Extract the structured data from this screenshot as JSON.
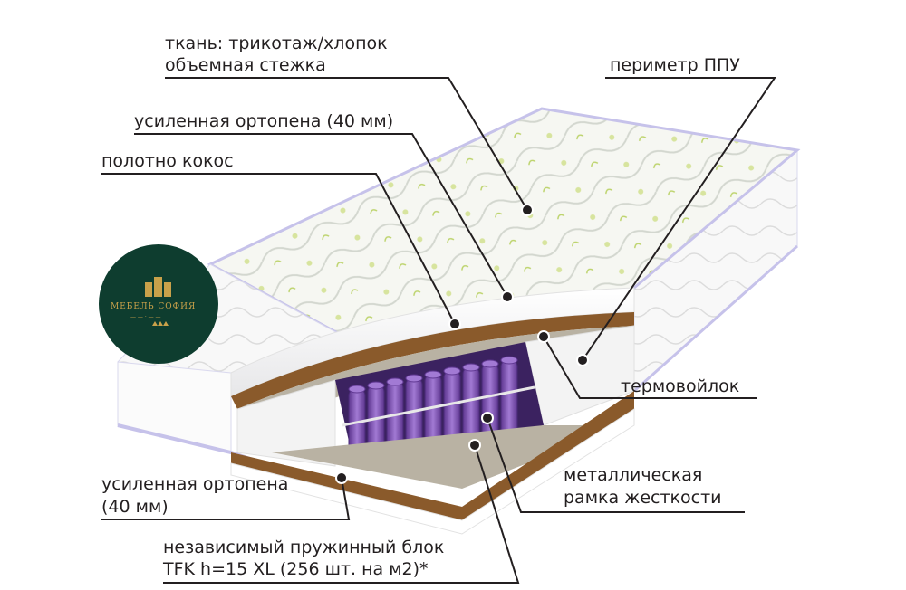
{
  "labels": {
    "fabric_line1": "ткань: трикотаж/хлопок",
    "fabric_line2": "объемная стежка",
    "perimeter": "периметр ППУ",
    "ortho_top": "усиленная ортопена (40 мм)",
    "coconut": "полотно кокос",
    "felt": "термовойлок",
    "frame_line1": "металлическая",
    "frame_line2": "рамка жесткости",
    "ortho_bottom_line1": "усиленная ортопена",
    "ortho_bottom_line2": "(40 мм)",
    "spring_line1": "независимый пружинный блок",
    "spring_line2": "TFK h=15 XL (256 шт. на м2)*"
  },
  "logo": {
    "brand": "МЕБЕЛЬ СОФИЯ",
    "tagline": "— —  · —  —"
  },
  "colors": {
    "logo_bg": "#0e3d2f",
    "logo_gold": "#c9a14a",
    "spring": "#7b4fb0",
    "coconut": "#8a5a2b",
    "felt": "#b9b2a3",
    "leader": "#231f20",
    "cover_trim": "#c6c2ea"
  }
}
